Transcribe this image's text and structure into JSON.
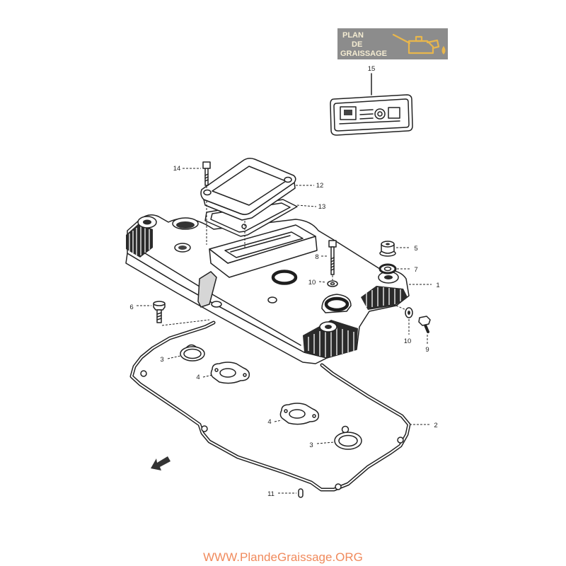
{
  "logo": {
    "line1": "PLAN",
    "line2": "DE",
    "line3": "GRAISSAGE",
    "icon": "oil-can-icon"
  },
  "callouts": [
    "15",
    "14",
    "12",
    "13",
    "5",
    "8",
    "7",
    "10",
    "1",
    "6",
    "10",
    "9",
    "3",
    "4",
    "2",
    "4",
    "3",
    "11"
  ],
  "front_arrow_icon": "arrow-icon",
  "footer": {
    "url": "WWW.PlandeGraissage.ORG"
  },
  "colors": {
    "logo_background": "#8c8c8c",
    "logo_text": "#f4ecd2",
    "logo_icon": "#e8b64c",
    "footer_text": "#f08a5c",
    "line_art": "#222222"
  }
}
